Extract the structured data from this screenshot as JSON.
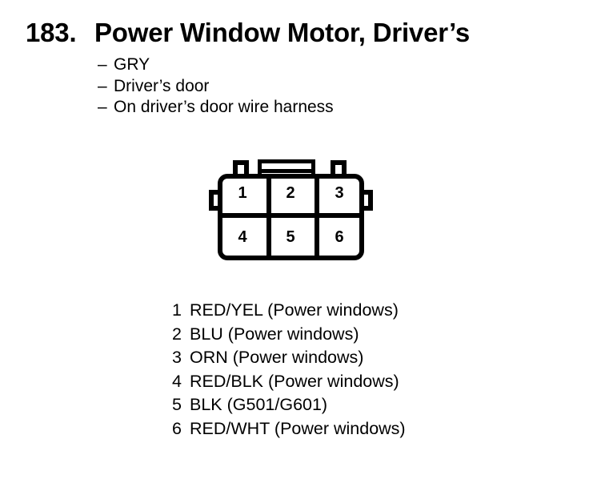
{
  "header": {
    "number": "183.",
    "title": "Power Window Motor, Driver’s"
  },
  "attributes": {
    "dash": "–",
    "items": [
      "GRY",
      "Driver’s door",
      "On driver’s door wire harness"
    ]
  },
  "connector": {
    "cells": [
      {
        "number": "1"
      },
      {
        "number": "2"
      },
      {
        "number": "3"
      },
      {
        "number": "4"
      },
      {
        "number": "5"
      },
      {
        "number": "6"
      }
    ]
  },
  "pin_legend": [
    {
      "num": "1",
      "label": "RED/YEL (Power windows)"
    },
    {
      "num": "2",
      "label": "BLU (Power windows)"
    },
    {
      "num": "3",
      "label": "ORN (Power windows)"
    },
    {
      "num": "4",
      "label": "RED/BLK (Power windows)"
    },
    {
      "num": "5",
      "label": "BLK (G501/G601)"
    },
    {
      "num": "6",
      "label": "RED/WHT (Power windows)"
    }
  ],
  "colors": {
    "ink": "#000000",
    "paper": "#ffffff"
  }
}
